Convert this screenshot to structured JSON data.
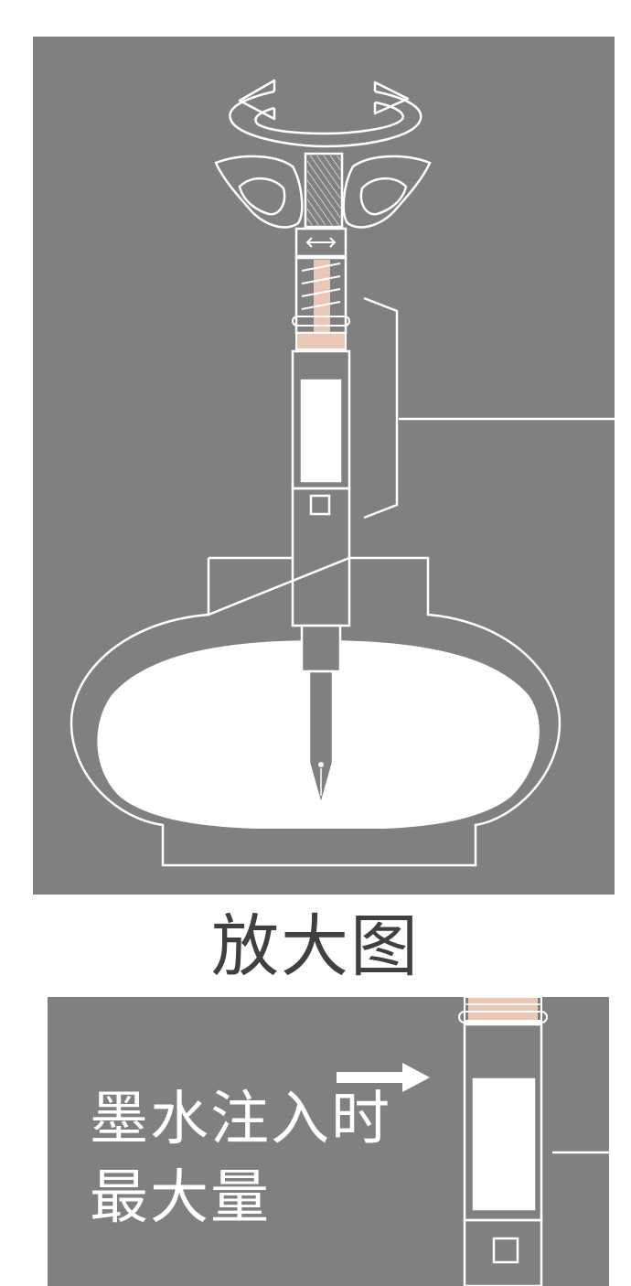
{
  "zoom_title": "放大图",
  "caption": {
    "line1": "墨水注入时",
    "line2": "最大量"
  },
  "colors": {
    "panel": "#808080",
    "stroke": "#ffffff",
    "spring_accent": "#e9c9b5",
    "title_text": "#404040"
  },
  "icons": {
    "rotate": "rotate-arrow-icon",
    "arrow": "right-arrow-icon",
    "double_arrow": "double-arrow-icon"
  }
}
